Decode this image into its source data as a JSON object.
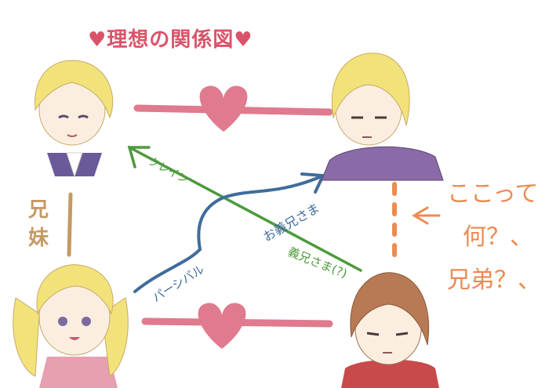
{
  "title": "♥理想の関係図♥",
  "labels": {
    "siblings": "兄妹",
    "clane": "クレイン",
    "percival": "パーシバル",
    "oniisama": "お義兄さま",
    "giisama": "義兄さま(?)",
    "question_line1": "ここって",
    "question_line2": "何？、",
    "question_line3": "兄弟？、"
  },
  "colors": {
    "title": "#d9546a",
    "heart": "#e07a8e",
    "green": "#4e9a3c",
    "blue": "#3f6c9c",
    "orange": "#ee8a52",
    "tan": "#c49a62",
    "hair_blonde": "#f1e37a",
    "hair_brown": "#b87a55",
    "purple": "#8a6aa8"
  }
}
